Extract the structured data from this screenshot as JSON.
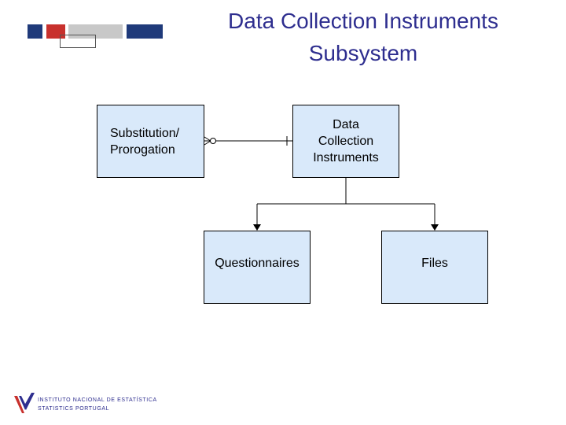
{
  "title": {
    "line1": "Data Collection Instruments",
    "line2": "Subsystem"
  },
  "boxes": {
    "substitution": {
      "line1": "Substitution/",
      "line2": "Prorogation"
    },
    "dci": {
      "line1": "Data",
      "line2": "Collection",
      "line3": "Instruments"
    },
    "questionnaires": {
      "label": "Questionnaires"
    },
    "files": {
      "label": "Files"
    }
  },
  "logo": {
    "line1": "INSTITUTO NACIONAL DE ESTATÍSTICA",
    "line2": "STATISTICS PORTUGAL"
  },
  "colors": {
    "box_fill": "#d9e9fa",
    "title": "#2e2e8f",
    "deco_blue": "#1f3a7a",
    "deco_red": "#c8312d",
    "deco_grey": "#c8c8c8"
  }
}
